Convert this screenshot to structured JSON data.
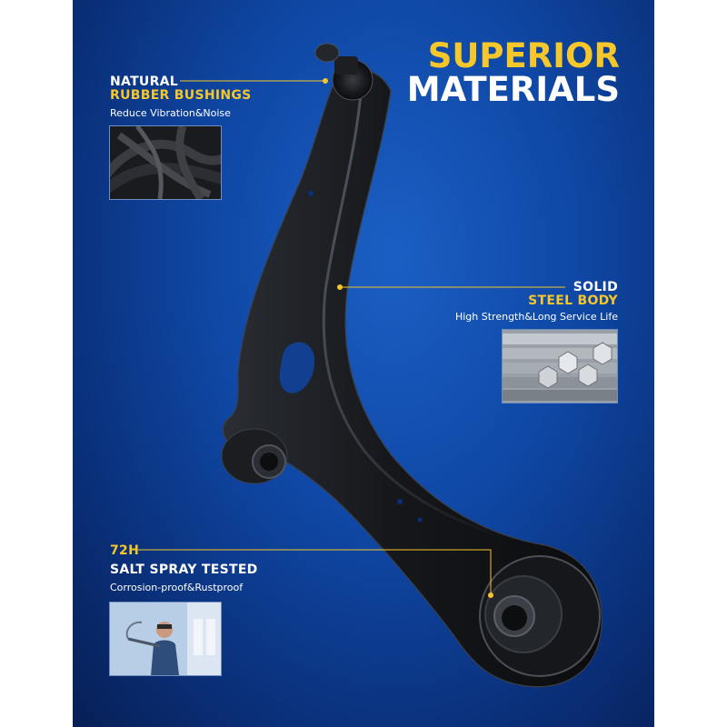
{
  "title": {
    "line1": "SUPERIOR",
    "line2": "MATERIALS"
  },
  "features": {
    "bushings": {
      "label1": "NATURAL",
      "label2": "RUBBER BUSHINGS",
      "desc": "Reduce Vibration&Noise"
    },
    "steel": {
      "label1": "SOLID",
      "label2": "STEEL BODY",
      "desc": "High Strength&Long Service Life"
    },
    "salt": {
      "label1": "72H",
      "label2": "SALT SPRAY TESTED",
      "desc": "Corrosion-proof&Rustproof"
    }
  },
  "colors": {
    "accent": "#f5c72a",
    "background": "#0f48a6",
    "text": "#ffffff"
  }
}
